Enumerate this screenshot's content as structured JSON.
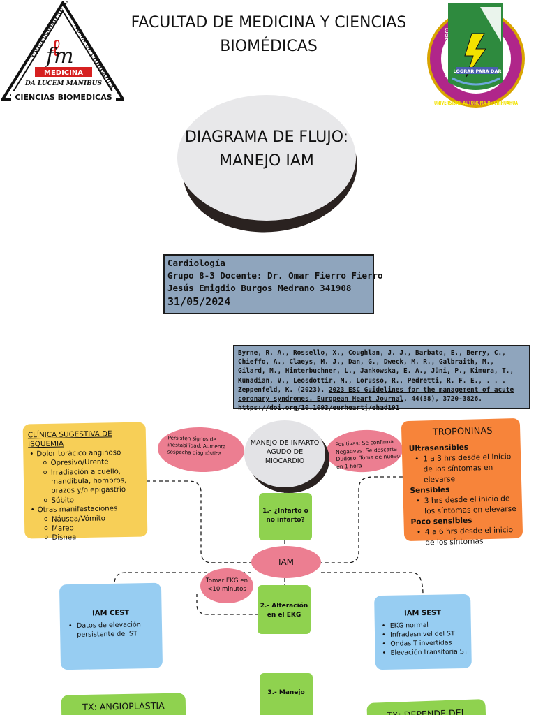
{
  "header": {
    "title_line1": "FACULTAD DE MEDICINA Y CIENCIAS",
    "title_line2": "BIOMÉDICAS"
  },
  "logo_left": {
    "medicina": "MEDICINA",
    "lema": "DA LUCEM MANIBUS",
    "ciencias": "CIENCIAS BIOMEDICAS"
  },
  "logo_right": {
    "arc_text": "UNIVERSIDAD AUTONOMA DE CHIHUAHUA",
    "banner": "LOGRAR PARA DAR",
    "side": "LUCHAR PARA LOGRAR"
  },
  "title_blob": {
    "line1": "DIAGRAMA DE FLUJO:",
    "line2": "MANEJO IAM"
  },
  "info": {
    "line1": "Cardiología",
    "line2": "Grupo 8-3 Docente: Dr. Omar Fierro Fierro",
    "line3": "Jesús Emigdio Burgos Medrano 341908",
    "date": "31/05/2024"
  },
  "reference": {
    "text1": "Byrne, R. A., Rossello, X., Coughlan, J. J., Barbato, E., Berry, C., Chieffo, A., Claeys, M. J., Dan, G., Dweck, M. R., Galbraith, M., Gilard, M., Hinterbuchner, L., Jankowska, E. A., Jüni, P., Kimura, T., Kunadian, V., Leosdottir, M., Lorusso, R., Pedretti, R. F. E., . . . Zeppenfeld, K. (2023). ",
    "link": "2023 ESC Guidelines for the management of acute coronary syndromes. European Heart Journal",
    "text2": ", 44(38), 3720-3826.",
    "doi": "https://doi.org/10.1093/eurheartj/ehad191"
  },
  "clinica": {
    "heading": "CLÍNICA SUGESTIVA DE ISQUEMIA",
    "item1": "Dolor torácico anginoso",
    "item1_subs": [
      "Opresivo/Urente",
      "Irradiación a cuello, mandíbula, hombros, brazos y/o epigastrio",
      "Súbito"
    ],
    "item2": "Otras manifestaciones",
    "item2_subs": [
      "Náusea/Vómito",
      "Mareo",
      "Disnea"
    ]
  },
  "pill_left": "Persisten signos de inestabilidad: Aumenta sospecha diagnóstica",
  "pill_right": "Positivas: Se confirma Negativas: Se descarta Dudoso: Toma de nuevo en 1 hora",
  "manejo": {
    "line1": "MANEJO DE INFARTO",
    "line2": "AGUDO DE",
    "line3": "MIOCARDIO"
  },
  "troponinas": {
    "heading": "TROPONINAS",
    "sub1": "Ultrasensibles",
    "b1": "1 a 3 hrs desde el inicio de los síntomas en elevarse",
    "sub2": "Sensibles",
    "b2": "3 hrs desde el inicio de los síntomas en elevarse",
    "sub3": "Poco sensibles",
    "b3": "4 a 6 hrs desde el inicio de los síntomas"
  },
  "steps": {
    "s1": "1.- ¿Infarto o no infarto?",
    "s2": "2.- Alteración en el EKG",
    "s3": "3.- Manejo"
  },
  "iam": "IAM",
  "ekg_pill": {
    "line1": "Tomar EKG en",
    "line2": "<10 minutos"
  },
  "cest": {
    "heading": "IAM CEST",
    "b1": "Datos de elevación persistente del ST"
  },
  "sest": {
    "heading": "IAM SEST",
    "items": [
      "EKG normal",
      "Infradesnivel del ST",
      "Ondas T invertidas",
      "Elevación transitoria ST"
    ]
  },
  "tx_left": "TX: ANGIOPLASTIA",
  "tx_right": "TX: DEPENDE DEL",
  "colors": {
    "yellow": "#f7cf57",
    "orange": "#f7843a",
    "blue": "#97cdf2",
    "green": "#8fd24f",
    "pink": "#ec7e91",
    "grey": "#e3e3e6",
    "steel": "#8fa5bd"
  }
}
